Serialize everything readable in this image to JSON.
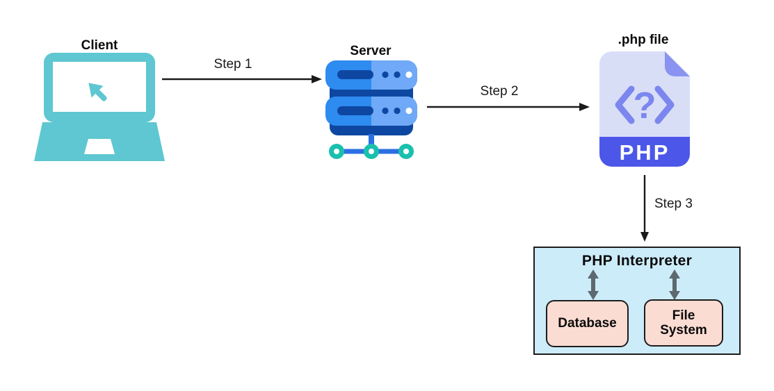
{
  "nodes": {
    "client": {
      "label": "Client",
      "icon": "laptop-icon"
    },
    "server": {
      "label": "Server",
      "icon": "server-icon"
    },
    "php_file": {
      "label": ".php file",
      "icon": "php-file-icon",
      "badge": "PHP",
      "code_glyph": "?"
    },
    "interpreter": {
      "title": "PHP Interpreter"
    },
    "database": {
      "label": "Database"
    },
    "file_system": {
      "label": "File System"
    }
  },
  "arrows": {
    "step1": {
      "label": "Step 1",
      "from": "Client",
      "to": "Server",
      "direction": "right"
    },
    "step2": {
      "label": "Step 2",
      "from": "Server",
      "to": ".php file",
      "direction": "right"
    },
    "step3": {
      "label": "Step 3",
      "from": ".php file",
      "to": "PHP Interpreter",
      "direction": "down"
    },
    "interpreter_database": {
      "direction": "bidirectional"
    },
    "interpreter_file_system": {
      "direction": "bidirectional"
    }
  },
  "colors": {
    "client_teal": "#5ec7d1",
    "server_blue": "#2e8bf0",
    "server_blue_light": "#6fa9f7",
    "server_navy": "#0d47a1",
    "server_connector_blue": "#2b6fe3",
    "server_node_teal": "#1ac0ae",
    "php_body": "#d9def7",
    "php_fold": "#8a94f0",
    "php_accent": "#7b86ee",
    "php_band": "#4c57e9",
    "interpreter_bg": "#cdecfa",
    "subsystem_bg": "#fbdcd3",
    "box_border": "#1c1c1c",
    "arrow_black": "#1a1a1a",
    "arrow_gray": "#5d696e"
  }
}
